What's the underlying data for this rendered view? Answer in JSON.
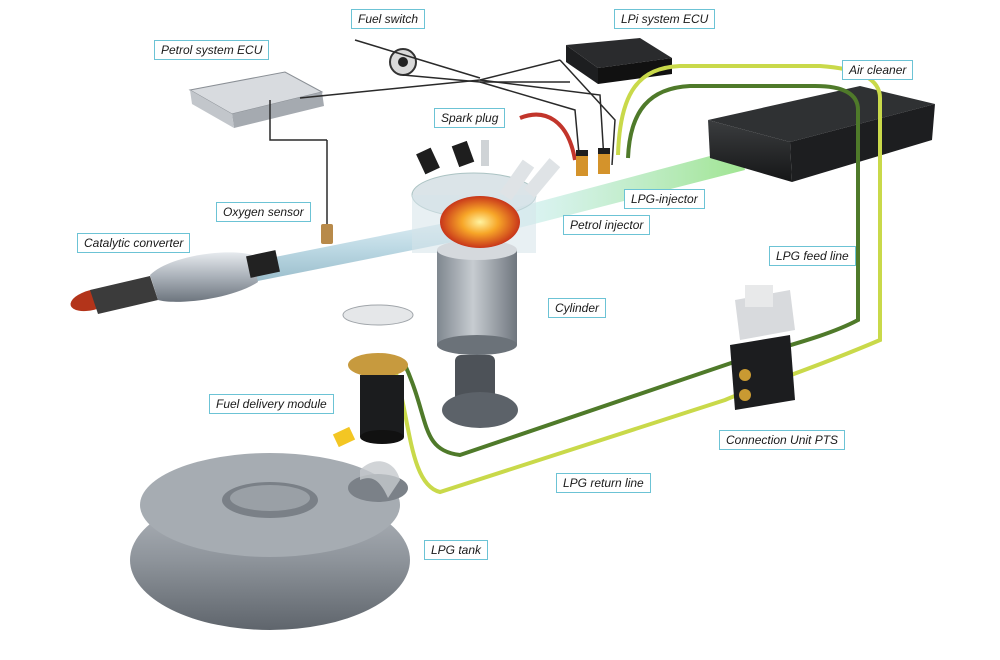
{
  "labels": {
    "fuel_switch": "Fuel switch",
    "lpi_system_ecu": "LPi system ECU",
    "petrol_system_ecu": "Petrol system ECU",
    "air_cleaner": "Air cleaner",
    "spark_plug": "Spark plug",
    "lpg_injector": "LPG-injector",
    "oxygen_sensor": "Oxygen sensor",
    "petrol_injector": "Petrol injector",
    "catalytic_converter": "Catalytic converter",
    "lpg_feed_line": "LPG feed line",
    "cylinder": "Cylinder",
    "fuel_delivery_module": "Fuel delivery module",
    "connection_unit_pts": "Connection Unit PTS",
    "lpg_return_line": "LPG return line",
    "lpg_tank": "LPG tank"
  },
  "colors": {
    "label_border": "#6cc3d5",
    "feed_line": "#4f7a2a",
    "return_line": "#c9d94a",
    "wire": "#2a2a2a",
    "tank": "#8c9299",
    "exhaust_pipe": "#b9d7e3",
    "intake_glow": "#9fe08a",
    "flame": "#f08a1c"
  }
}
